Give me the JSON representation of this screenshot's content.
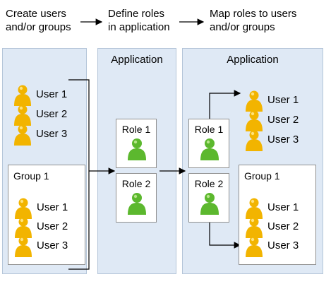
{
  "steps": {
    "step1": "Create users\nand/or groups",
    "step2": "Define roles\nin application",
    "step3": "Map roles to users\nand/or groups"
  },
  "left_panel": {
    "users": [
      "User 1",
      "User 2",
      "User 3"
    ],
    "group": {
      "name": "Group 1",
      "users": [
        "User 1",
        "User 2",
        "User 3"
      ]
    }
  },
  "middle_panel": {
    "title": "Application",
    "roles": [
      "Role 1",
      "Role 2"
    ]
  },
  "right_panel": {
    "title": "Application",
    "roles": [
      "Role 1",
      "Role 2"
    ],
    "users": [
      "User 1",
      "User 2",
      "User 3"
    ],
    "group": {
      "name": "Group 1",
      "users": [
        "User 1",
        "User 2",
        "User 3"
      ]
    }
  },
  "colors": {
    "user_figure": "#f2b400",
    "role_figure": "#5cb82e",
    "panel": "#dfe9f5"
  }
}
